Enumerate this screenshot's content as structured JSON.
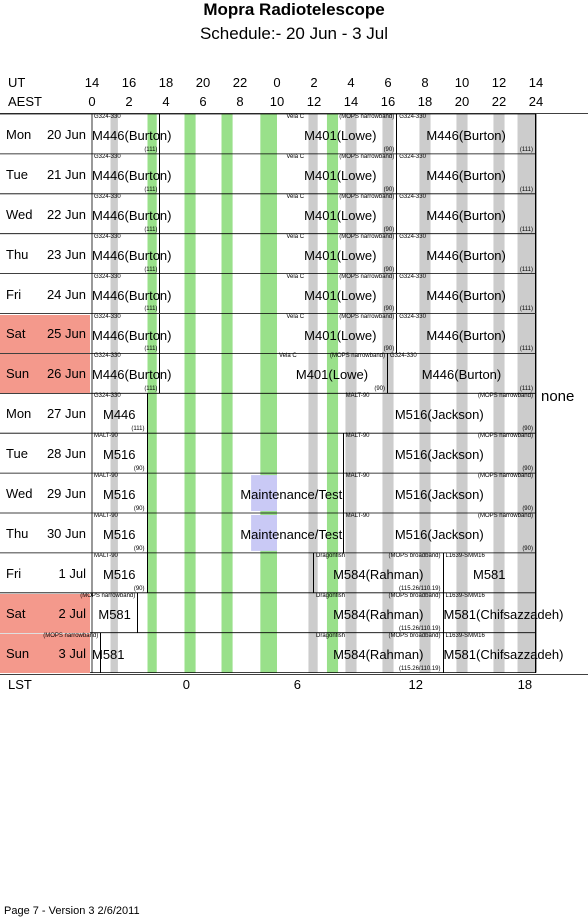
{
  "header": {
    "title": "Mopra Radiotelescope",
    "subtitle": "Schedule:- 20 Jun - 3  Jul"
  },
  "axes": {
    "ut_label": "UT",
    "aest_label": "AEST",
    "lst_label": "LST",
    "ut_ticks": [
      "14",
      "16",
      "18",
      "20",
      "22",
      "0",
      "2",
      "4",
      "6",
      "8",
      "10",
      "12",
      "14"
    ],
    "aest_ticks": [
      "0",
      "2",
      "4",
      "6",
      "8",
      "10",
      "12",
      "14",
      "16",
      "18",
      "20",
      "22",
      "24"
    ],
    "lst_ticks": [
      "0",
      "6",
      "12",
      "18"
    ]
  },
  "colors": {
    "weekend": "#f4998c",
    "green": "#99e08a",
    "gray": "#cccccc",
    "maintenance": "#c9c9f5"
  },
  "days": [
    {
      "dow": "Mon",
      "date": "20 Jun",
      "weekend": false
    },
    {
      "dow": "Tue",
      "date": "21 Jun",
      "weekend": false
    },
    {
      "dow": "Wed",
      "date": "22 Jun",
      "weekend": false
    },
    {
      "dow": "Thu",
      "date": "23 Jun",
      "weekend": false
    },
    {
      "dow": "Fri",
      "date": "24 Jun",
      "weekend": false
    },
    {
      "dow": "Sat",
      "date": "25 Jun",
      "weekend": true
    },
    {
      "dow": "Sun",
      "date": "26 Jun",
      "weekend": true
    },
    {
      "dow": "Mon",
      "date": "27 Jun",
      "weekend": false
    },
    {
      "dow": "Tue",
      "date": "28 Jun",
      "weekend": false
    },
    {
      "dow": "Wed",
      "date": "29 Jun",
      "weekend": false
    },
    {
      "dow": "Thu",
      "date": "30 Jun",
      "weekend": false
    },
    {
      "dow": "Fri",
      "date": "1  Jul",
      "weekend": false
    },
    {
      "dow": "Sat",
      "date": "2  Jul",
      "weekend": true
    },
    {
      "dow": "Sun",
      "date": "3  Jul",
      "weekend": true
    }
  ],
  "blocks": [
    {
      "row": 0,
      "start": 0,
      "end": 3.7,
      "code": "M446(Burton)",
      "src": "G324-330",
      "tag": "(111)"
    },
    {
      "row": 0,
      "start": 10.4,
      "end": 16.5,
      "code": "M401(Lowe)",
      "src": "Vela C",
      "back": "(MOPS narrowband)",
      "tag": "(90)"
    },
    {
      "row": 0,
      "start": 16.5,
      "end": 24.0,
      "code": "M446(Burton)",
      "src": "G324-330",
      "tag": "(111)"
    },
    {
      "row": 1,
      "start": 0,
      "end": 3.7,
      "code": "M446(Burton)",
      "src": "G324-330",
      "tag": "(111)"
    },
    {
      "row": 1,
      "start": 10.4,
      "end": 16.5,
      "code": "M401(Lowe)",
      "src": "Vela C",
      "back": "(MOPS narrowband)",
      "tag": "(90)"
    },
    {
      "row": 1,
      "start": 16.5,
      "end": 24.0,
      "code": "M446(Burton)",
      "src": "G324-330",
      "tag": "(111)"
    },
    {
      "row": 2,
      "start": 0,
      "end": 3.7,
      "code": "M446(Burton)",
      "src": "G324-330",
      "tag": "(111)"
    },
    {
      "row": 2,
      "start": 10.4,
      "end": 16.5,
      "code": "M401(Lowe)",
      "src": "Vela C",
      "back": "(MOPS narrowband)",
      "tag": "(90)"
    },
    {
      "row": 2,
      "start": 16.5,
      "end": 24.0,
      "code": "M446(Burton)",
      "src": "G324-330",
      "tag": "(111)"
    },
    {
      "row": 3,
      "start": 0,
      "end": 3.7,
      "code": "M446(Burton)",
      "src": "G324-330",
      "tag": "(111)"
    },
    {
      "row": 3,
      "start": 10.4,
      "end": 16.5,
      "code": "M401(Lowe)",
      "src": "Vela C",
      "back": "(MOPS narrowband)",
      "tag": "(90)"
    },
    {
      "row": 3,
      "start": 16.5,
      "end": 24.0,
      "code": "M446(Burton)",
      "src": "G324-330",
      "tag": "(111)"
    },
    {
      "row": 4,
      "start": 0,
      "end": 3.7,
      "code": "M446(Burton)",
      "src": "G324-330",
      "tag": "(111)"
    },
    {
      "row": 4,
      "start": 10.4,
      "end": 16.5,
      "code": "M401(Lowe)",
      "src": "Vela C",
      "back": "(MOPS narrowband)",
      "tag": "(90)"
    },
    {
      "row": 4,
      "start": 16.5,
      "end": 24.0,
      "code": "M446(Burton)",
      "src": "G324-330",
      "tag": "(111)"
    },
    {
      "row": 5,
      "start": 0,
      "end": 3.7,
      "code": "M446(Burton)",
      "src": "G324-330",
      "tag": "(111)"
    },
    {
      "row": 5,
      "start": 10.4,
      "end": 16.5,
      "code": "M401(Lowe)",
      "src": "Vela C",
      "back": "(MOPS narrowband)",
      "tag": "(90)"
    },
    {
      "row": 5,
      "start": 16.5,
      "end": 24.0,
      "code": "M446(Burton)",
      "src": "G324-330",
      "tag": "(111)"
    },
    {
      "row": 6,
      "start": 0,
      "end": 3.7,
      "code": "M446(Burton)",
      "src": "G324-330",
      "tag": "(111)"
    },
    {
      "row": 6,
      "start": 10.0,
      "end": 16.0,
      "code": "M401(Lowe)",
      "src": "Vela C",
      "back": "(MOPS narrowband)",
      "tag": "(90)"
    },
    {
      "row": 6,
      "start": 16.0,
      "end": 24.0,
      "code": "M446(Burton)",
      "src": "G324-330",
      "tag": "(111)"
    },
    {
      "row": 7,
      "start": 0,
      "end": 3.0,
      "code": "M446",
      "src": "G324-330",
      "tag": "(111)"
    },
    {
      "row": 7,
      "start": 13.6,
      "end": 24.0,
      "code": "M516(Jackson)",
      "src": "MALT-90",
      "back": "(MOPS narrowband)",
      "tag": "(90)"
    },
    {
      "row": 8,
      "start": 0,
      "end": 3.0,
      "code": "M516",
      "src": "MALT-90",
      "tag": "(90)"
    },
    {
      "row": 8,
      "start": 8.0,
      "end": 13.6,
      "code": ""
    },
    {
      "row": 8,
      "start": 13.6,
      "end": 24.0,
      "code": "M516(Jackson)",
      "src": "MALT-90",
      "back": "(MOPS narrowband)",
      "tag": "(90)"
    },
    {
      "row": 9,
      "start": 0,
      "end": 3.0,
      "code": "M516",
      "src": "MALT-90",
      "tag": "(90)"
    },
    {
      "row": 9,
      "start": 8.0,
      "end": 13.6,
      "code": "Maintenance/Test",
      "maint": true
    },
    {
      "row": 9,
      "start": 13.6,
      "end": 24.0,
      "code": "M516(Jackson)",
      "src": "MALT-90",
      "back": "(MOPS narrowband)",
      "tag": "(90)"
    },
    {
      "row": 10,
      "start": 0,
      "end": 3.0,
      "code": "M516",
      "src": "MALT-90",
      "tag": "(90)"
    },
    {
      "row": 10,
      "start": 8.0,
      "end": 13.6,
      "code": "Maintenance/Test",
      "maint": true
    },
    {
      "row": 10,
      "start": 13.6,
      "end": 24.0,
      "code": "M516(Jackson)",
      "src": "MALT-90",
      "back": "(MOPS narrowband)",
      "tag": "(90)"
    },
    {
      "row": 11,
      "start": 0,
      "end": 3.0,
      "code": "M516",
      "src": "MALT-90",
      "tag": "(90)"
    },
    {
      "row": 11,
      "start": 3.0,
      "end": 12.0,
      "code": ""
    },
    {
      "row": 11,
      "start": 12.0,
      "end": 19.0,
      "code": "M584(Rahman)",
      "src": "Dragonfish",
      "back": "(MOPS broadband)",
      "tag": "(115.26/110.19)"
    },
    {
      "row": 11,
      "start": 19.0,
      "end": 24.0,
      "code": "M581",
      "src": "L1639-SMM16"
    },
    {
      "row": 12,
      "start": 0,
      "end": 2.5,
      "code": "M581",
      "src": "",
      "back": "(MOPS narrowband)"
    },
    {
      "row": 12,
      "start": 12.0,
      "end": 19.0,
      "code": "M584(Rahman)",
      "src": "Dragonfish",
      "back": "(MOPS broadband)",
      "tag": "(115.26/110.19)"
    },
    {
      "row": 12,
      "start": 19.0,
      "end": 24.0,
      "code": "M581(Chifsazzadeh)",
      "src": "L1639-SMM16"
    },
    {
      "row": 13,
      "start": 0,
      "end": 0.5,
      "code": "M581",
      "src": "",
      "back": "(MOPS narrowband)"
    },
    {
      "row": 13,
      "start": 12.0,
      "end": 19.0,
      "code": "M584(Rahman)",
      "src": "Dragonfish",
      "back": "(MOPS broadband)",
      "tag": "(115.26/110.19)"
    },
    {
      "row": 13,
      "start": 19.0,
      "end": 24.0,
      "code": "M581(Chifsazzadeh)",
      "src": "L1639-SMM16"
    }
  ],
  "none_label": "none",
  "footer": "Page 7 - Version 3  2/6/2011"
}
